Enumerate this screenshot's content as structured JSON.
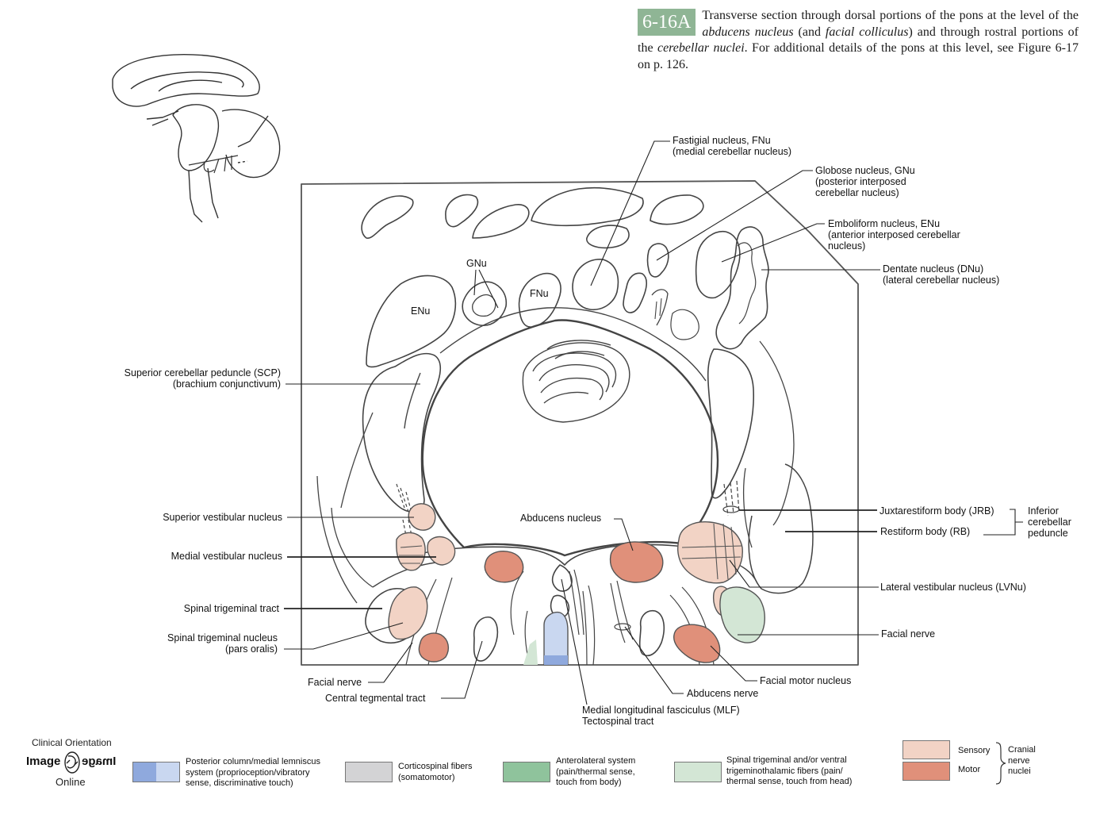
{
  "caption": {
    "figure_number": "6-16A",
    "text_1": "Transverse section through dorsal portions of the pons at the level of the ",
    "italic_1": "abducens nucleus",
    "text_2": " (and ",
    "italic_2": "facial colliculus",
    "text_3": ") and through rostral portions of the ",
    "italic_3": "cerebellar nuclei",
    "text_4": ". For additional details of the pons at this level, see Figure 6-17 on p. 126."
  },
  "labels": {
    "fastigial": [
      "Fastigial nucleus, FNu",
      "(medial cerebellar nucleus)"
    ],
    "globose": [
      "Globose nucleus, GNu",
      "(posterior interposed",
      "cerebellar nucleus)"
    ],
    "emboliform": [
      "Emboliform nucleus, ENu",
      "(anterior interposed cerebellar",
      "nucleus)"
    ],
    "dentate": [
      "Dentate nucleus (DNu)",
      "(lateral cerebellar nucleus)"
    ],
    "scp": [
      "Superior cerebellar peduncle (SCP)",
      "(brachium conjunctivum)"
    ],
    "sup_vestibular": "Superior vestibular nucleus",
    "med_vestibular": "Medial vestibular nucleus",
    "sp_trig_tract": "Spinal trigeminal tract",
    "sp_trig_nucleus": [
      "Spinal trigeminal nucleus",
      "(pars oralis)"
    ],
    "facial_nerve_left": "Facial nerve",
    "central_tegmental": "Central tegmental tract",
    "mlf": [
      "Medial longitudinal fasciculus (MLF)",
      "Tectospinal tract"
    ],
    "abducens_nerve": "Abducens nerve",
    "facial_motor": "Facial motor nucleus",
    "facial_nerve_right": "Facial nerve",
    "lat_vestibular": "Lateral vestibular nucleus (LVNu)",
    "jrb": "Juxtarestiform body (JRB)",
    "rb": "Restiform body (RB)",
    "inferior_cp": [
      "Inferior",
      "cerebellar",
      "peduncle"
    ],
    "abducens_nucleus": "Abducens nucleus",
    "gnu_inside": "GNu",
    "enu_inside": "ENu",
    "fnu_inside": "FNu"
  },
  "legend": {
    "items": [
      {
        "label": [
          "Posterior column/medial lemniscus",
          "system (proprioception/vibratory",
          "sense, discriminative touch)"
        ],
        "color": "#a9bde6"
      },
      {
        "label": [
          "Corticospinal fibers",
          "(somatomotor)"
        ],
        "color": "#d3d3d5"
      },
      {
        "label": [
          "Anterolateral system",
          "(pain/thermal sense,",
          "touch from body)"
        ],
        "color": "#8fc39c"
      },
      {
        "label": [
          "Spinal trigeminal and/or ventral",
          "trigeminothalamic fibers (pain/",
          "thermal sense, touch from head)"
        ],
        "color": "#d3e6d5"
      }
    ],
    "sensory": "Sensory",
    "motor": "Motor",
    "cranial": [
      "Cranial",
      "nerve",
      "nuclei"
    ],
    "sensory_color": "#f2d3c5",
    "motor_color": "#e0907a"
  },
  "logo": {
    "top": "Clinical Orientation",
    "left": "Image",
    "right": "Image",
    "bottom": "Online"
  }
}
